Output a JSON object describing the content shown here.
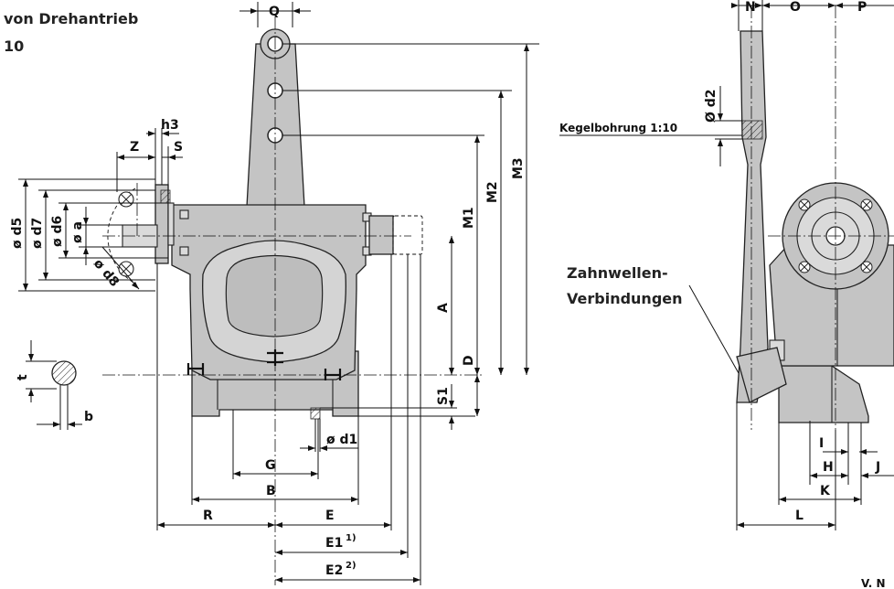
{
  "title": {
    "line1": "von Drehantrieb",
    "line2": "10"
  },
  "labels": {
    "Q": "Q",
    "N": "N",
    "O": "O",
    "P": "P",
    "h3": "h3",
    "Z": "Z",
    "S": "S",
    "d5": "ø d5",
    "d7": "ø d7",
    "d6": "ø d6",
    "a": "ø a",
    "d8": "ø d8",
    "t": "t",
    "b": "b",
    "M1": "M1",
    "M2": "M2",
    "M3": "M3",
    "A": "A",
    "D": "D",
    "S1": "S1",
    "d1": "ø d1",
    "G": "G",
    "B": "B",
    "R": "R",
    "E": "E",
    "E1": "E1",
    "E1_note": "1)",
    "E2": "E2",
    "E2_note": "2)",
    "d2": "Ø d2",
    "kegelbohrung": "Kegelbohrung 1:10",
    "zahnwellen_1": "Zahnwellen-",
    "zahnwellen_2": "Verbindungen",
    "I": "I",
    "H": "H",
    "J": "J",
    "K": "K",
    "L": "L",
    "footer": "V. N"
  },
  "colors": {
    "housing": "#c4c4c4",
    "outline": "#222222",
    "background": "#ffffff"
  }
}
